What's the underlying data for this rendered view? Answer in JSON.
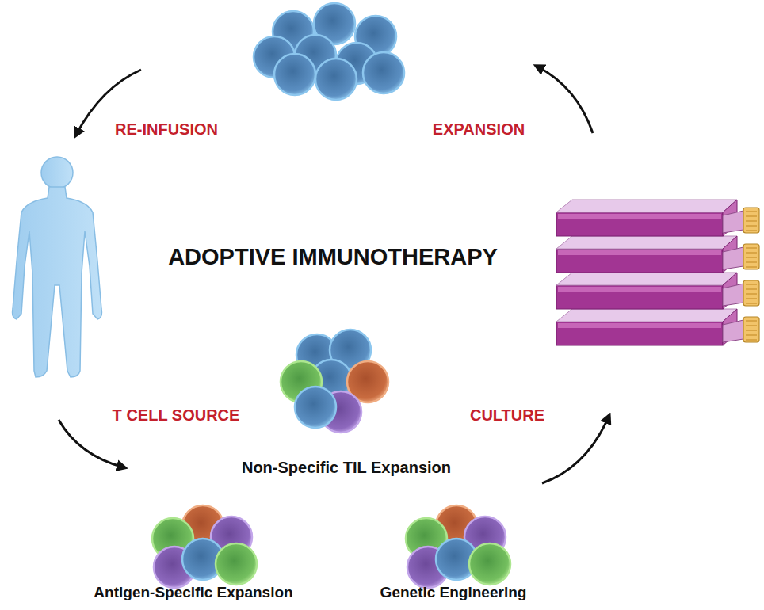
{
  "diagram": {
    "title": "ADOPTIVE IMMUNOTHERAPY",
    "labels": [
      "RE-INFUSION",
      "EXPANSION",
      "T CELL SOURCE",
      "CULTURE",
      "Non-Specific TIL Expansion",
      "Antigen-Specific Expansion",
      "Genetic Engineering"
    ]
  }
}
